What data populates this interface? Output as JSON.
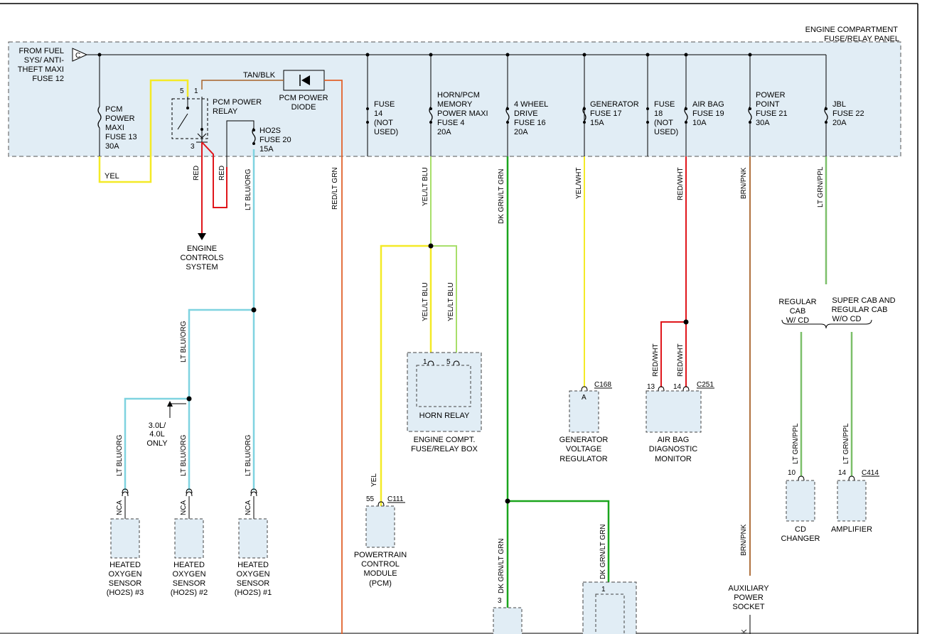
{
  "panel": {
    "title_line1": "ENGINE COMPARTMENT",
    "title_line2": "FUSE/RELAY PANEL",
    "connector": "C",
    "from_fuel": [
      "FROM FUEL",
      "SYS/ ANTI-",
      "THEFT MAXI",
      "FUSE 12"
    ]
  },
  "fuses": {
    "pcm_power_maxi": [
      "PCM",
      "POWER",
      "MAXI",
      "FUSE 13",
      "30A"
    ],
    "ho2s_fuse": [
      "HO2S",
      "FUSE 20",
      "15A"
    ],
    "fuse14": [
      "FUSE",
      "14",
      "(NOT",
      "USED)"
    ],
    "horn_pcm": [
      "HORN/PCM",
      "MEMORY",
      "POWER MAXI",
      "FUSE 4",
      "20A"
    ],
    "four_wheel": [
      "4 WHEEL",
      "DRIVE",
      "FUSE 16",
      "20A"
    ],
    "generator": [
      "GENERATOR",
      "FUSE 17",
      "15A"
    ],
    "fuse18": [
      "FUSE",
      "18",
      "(NOT",
      "USED)"
    ],
    "air_bag": [
      "AIR BAG",
      "FUSE 19",
      "10A"
    ],
    "power_point": [
      "POWER",
      "POINT",
      "FUSE 21",
      "30A"
    ],
    "jbl": [
      "JBL",
      "FUSE 22",
      "20A"
    ]
  },
  "relay": {
    "label": [
      "PCM POWER",
      "RELAY"
    ],
    "pin5": "5",
    "pin1": "1",
    "pin3": "3",
    "diode": [
      "PCM POWER",
      "DIODE"
    ],
    "tan_blk": "TAN/BLK"
  },
  "wires": {
    "yel": "YEL",
    "red": "RED",
    "lt_blu_org": "LT BLU/ORG",
    "red_lt_grn": "RED/LT GRN",
    "yel_lt_blu": "YEL/LT BLU",
    "dk_grn_lt_grn": "DK GRN/LT GRN",
    "yel_wht": "YEL/WHT",
    "red_wht": "RED/WHT",
    "brn_pnk": "BRN/PNK",
    "lt_grn_ppl": "LT GRN/PPL"
  },
  "engine_controls": [
    "ENGINE",
    "CONTROLS",
    "SYSTEM"
  ],
  "option_3040": [
    "3.0L/",
    "4.0L",
    "ONLY"
  ],
  "nca": "NCA",
  "sensors": [
    [
      "HEATED",
      "OXYGEN",
      "SENSOR",
      "(HO2S) #3"
    ],
    [
      "HEATED",
      "OXYGEN",
      "SENSOR",
      "(HO2S) #2"
    ],
    [
      "HEATED",
      "OXYGEN",
      "SENSOR",
      "(HO2S) #1"
    ]
  ],
  "pcm_module": {
    "pin": "55",
    "connector": "C111",
    "label": [
      "POWERTRAIN",
      "CONTROL",
      "MODULE",
      "(PCM)"
    ]
  },
  "horn_relay": {
    "pin1": "1",
    "pin5": "5",
    "label": "HORN RELAY",
    "box": [
      "ENGINE COMPT.",
      "FUSE/RELAY BOX"
    ]
  },
  "gen_reg": {
    "pin": "A",
    "connector": "C168",
    "label": [
      "GENERATOR",
      "VOLTAGE",
      "REGULATOR"
    ]
  },
  "airbag_mon": {
    "pin13": "13",
    "pin14": "14",
    "connector": "C251",
    "label": [
      "AIR BAG",
      "DIAGNOSTIC",
      "MONITOR"
    ]
  },
  "cab_options": {
    "left": [
      "REGULAR",
      "CAB",
      "W/ CD"
    ],
    "right": [
      "SUPER CAB AND",
      "REGULAR CAB",
      "W/O CD"
    ]
  },
  "cd_changer": {
    "pin": "10",
    "label": [
      "CD",
      "CHANGER"
    ]
  },
  "amplifier": {
    "pin": "14",
    "connector": "C414",
    "label": "AMPLIFIER"
  },
  "aux_socket": {
    "label": [
      "AUXILIARY",
      "POWER",
      "SOCKET"
    ],
    "pin": "K"
  },
  "bottom_pins": {
    "dkgrn_pin": "3",
    "dkgrn2_pin": "1"
  },
  "colors": {
    "yellow": "#f4ea27",
    "red": "#e0161b",
    "ltblu": "#7fd3e0",
    "orange": "#e2622b",
    "green": "#1aa51d",
    "brown": "#a7632a",
    "ltgrn": "#7cbf6a",
    "lgreen": "#a8df6b",
    "panel": "#e1edf5"
  }
}
